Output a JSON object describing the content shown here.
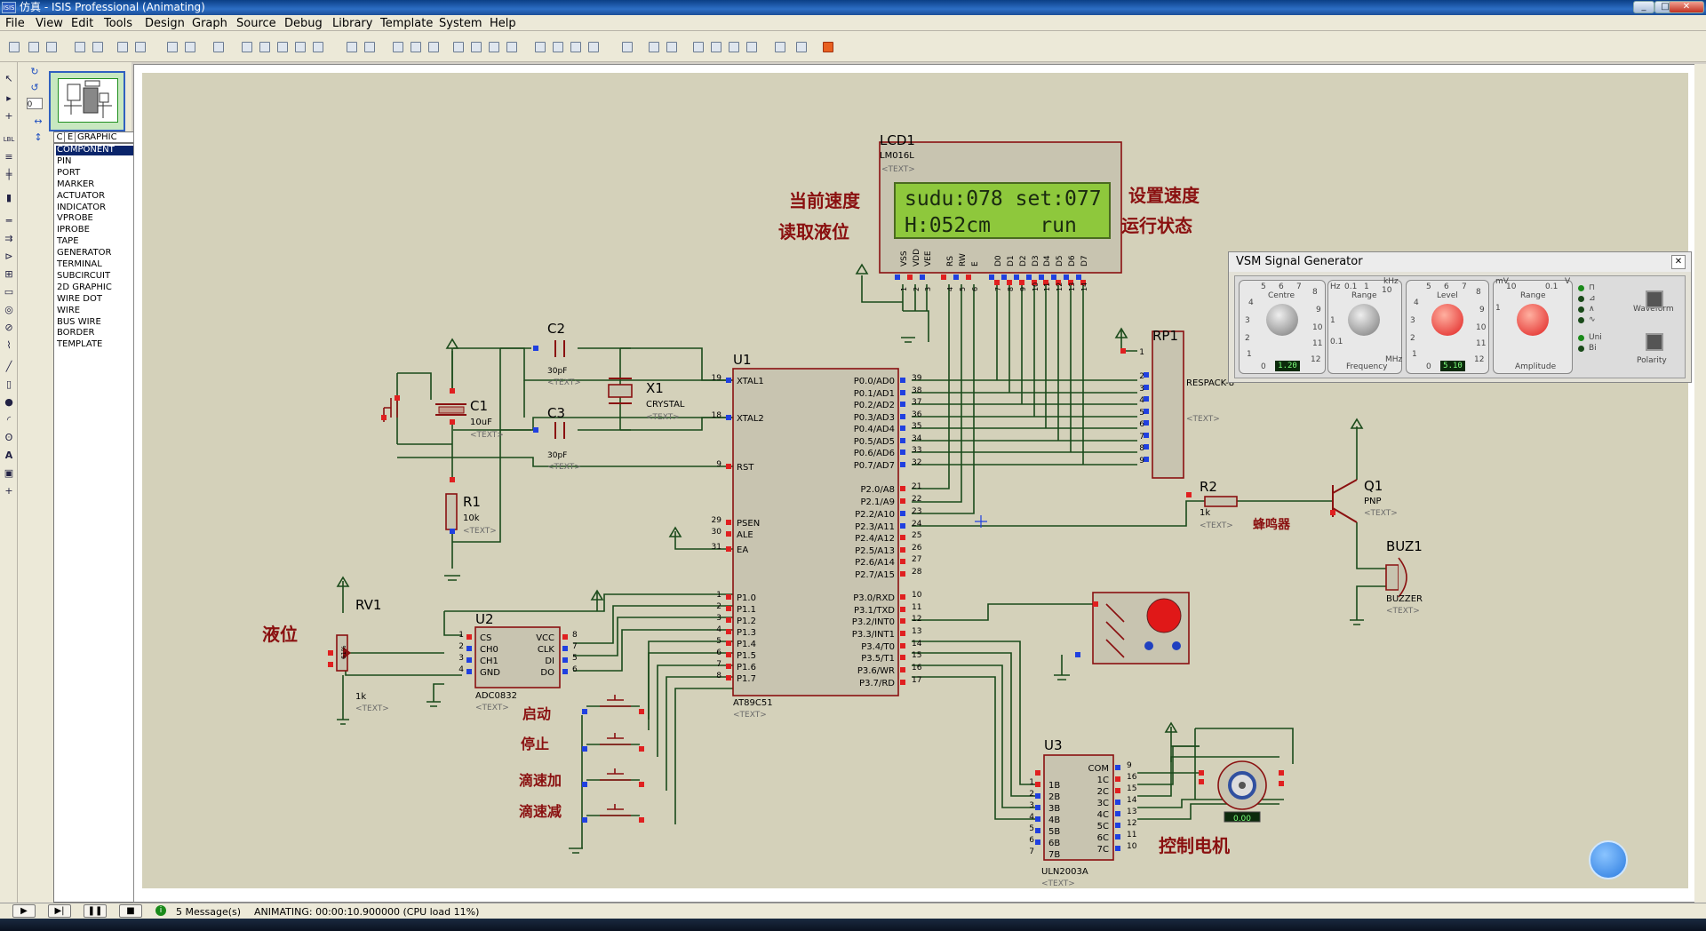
{
  "window": {
    "title": "仿真 - ISIS Professional (Animating)",
    "app_icon": "ISIS",
    "controls": [
      "_",
      "□",
      "✕"
    ]
  },
  "menu": [
    "File",
    "View",
    "Edit",
    "Tools",
    "Design",
    "Graph",
    "Source",
    "Debug",
    "Library",
    "Template",
    "System",
    "Help"
  ],
  "panel": {
    "tabs": [
      "C",
      "E"
    ],
    "header": "GRAPHIC STYLES",
    "items": [
      "COMPONENT",
      "PIN",
      "PORT",
      "MARKER",
      "ACTUATOR",
      "INDICATOR",
      "VPROBE",
      "IPROBE",
      "TAPE",
      "GENERATOR",
      "TERMINAL",
      "SUBCIRCUIT",
      "2D GRAPHIC",
      "WIRE DOT",
      "WIRE",
      "BUS WIRE",
      "BORDER",
      "TEMPLATE"
    ],
    "selected": "COMPONENT",
    "rotation_value": "0"
  },
  "lcd": {
    "ref": "LCD1",
    "part": "LM016L",
    "text_tag": "<TEXT>",
    "line1": "sudu:078 set:077",
    "line2": "H:052cm    run",
    "pins": [
      "VSS",
      "VDD",
      "VEE",
      "RS",
      "RW",
      "E",
      "D0",
      "D1",
      "D2",
      "D3",
      "D4",
      "D5",
      "D6",
      "D7"
    ],
    "pin_nums": [
      "1",
      "2",
      "3",
      "4",
      "5",
      "6",
      "7",
      "8",
      "9",
      "10",
      "11",
      "12",
      "13",
      "14"
    ]
  },
  "annotations": {
    "current_speed": "当前速度",
    "read_level": "读取液位",
    "set_speed": "设置速度",
    "run_state": "运行状态",
    "buzzer": "蜂鸣器",
    "level": "液位",
    "start": "启动",
    "stop": "停止",
    "speed_up": "滴速加",
    "speed_down": "滴速减",
    "motor_control": "控制电机"
  },
  "components": {
    "c2": {
      "ref": "C2",
      "value": "30pF",
      "text": "<TEXT>"
    },
    "c3": {
      "ref": "C3",
      "value": "30pF",
      "text": "<TEXT>"
    },
    "c1": {
      "ref": "C1",
      "value": "10uF",
      "text": "<TEXT>"
    },
    "x1": {
      "ref": "X1",
      "value": "CRYSTAL",
      "text": "<TEXT>"
    },
    "r1": {
      "ref": "R1",
      "value": "10k",
      "text": "<TEXT>"
    },
    "rv1": {
      "ref": "RV1",
      "value": "1k",
      "text": "<TEXT>",
      "pct": "61%"
    },
    "u2": {
      "ref": "U2",
      "part": "ADC0832",
      "text": "<TEXT>"
    },
    "u1": {
      "ref": "U1",
      "part": "AT89C51",
      "text": "<TEXT>"
    },
    "rp1": {
      "ref": "RP1",
      "part": "RESPACK-8",
      "text": "<TEXT>"
    },
    "r2": {
      "ref": "R2",
      "value": "1k",
      "text": "<TEXT>"
    },
    "q1": {
      "ref": "Q1",
      "part": "PNP",
      "text": "<TEXT>"
    },
    "buz1": {
      "ref": "BUZ1",
      "part": "BUZZER",
      "text": "<TEXT>"
    },
    "u3": {
      "ref": "U3",
      "part": "ULN2003A",
      "text": "<TEXT>"
    },
    "motor_readout": "0.00"
  },
  "u1_left": [
    {
      "n": "19",
      "name": "XTAL1"
    },
    {
      "n": "18",
      "name": "XTAL2"
    },
    {
      "n": "9",
      "name": "RST"
    },
    {
      "n": "29",
      "name": "PSEN"
    },
    {
      "n": "30",
      "name": "ALE"
    },
    {
      "n": "31",
      "name": "EA"
    },
    {
      "n": "1",
      "name": "P1.0"
    },
    {
      "n": "2",
      "name": "P1.1"
    },
    {
      "n": "3",
      "name": "P1.2"
    },
    {
      "n": "4",
      "name": "P1.3"
    },
    {
      "n": "5",
      "name": "P1.4"
    },
    {
      "n": "6",
      "name": "P1.5"
    },
    {
      "n": "7",
      "name": "P1.6"
    },
    {
      "n": "8",
      "name": "P1.7"
    }
  ],
  "u1_right": [
    {
      "n": "39",
      "name": "P0.0/AD0"
    },
    {
      "n": "38",
      "name": "P0.1/AD1"
    },
    {
      "n": "37",
      "name": "P0.2/AD2"
    },
    {
      "n": "36",
      "name": "P0.3/AD3"
    },
    {
      "n": "35",
      "name": "P0.4/AD4"
    },
    {
      "n": "34",
      "name": "P0.5/AD5"
    },
    {
      "n": "33",
      "name": "P0.6/AD6"
    },
    {
      "n": "32",
      "name": "P0.7/AD7"
    },
    {
      "n": "21",
      "name": "P2.0/A8"
    },
    {
      "n": "22",
      "name": "P2.1/A9"
    },
    {
      "n": "23",
      "name": "P2.2/A10"
    },
    {
      "n": "24",
      "name": "P2.3/A11"
    },
    {
      "n": "25",
      "name": "P2.4/A12"
    },
    {
      "n": "26",
      "name": "P2.5/A13"
    },
    {
      "n": "27",
      "name": "P2.6/A14"
    },
    {
      "n": "28",
      "name": "P2.7/A15"
    },
    {
      "n": "10",
      "name": "P3.0/RXD"
    },
    {
      "n": "11",
      "name": "P3.1/TXD"
    },
    {
      "n": "12",
      "name": "P3.2/INT0"
    },
    {
      "n": "13",
      "name": "P3.3/INT1"
    },
    {
      "n": "14",
      "name": "P3.4/T0"
    },
    {
      "n": "15",
      "name": "P3.5/T1"
    },
    {
      "n": "16",
      "name": "P3.6/WR"
    },
    {
      "n": "17",
      "name": "P3.7/RD"
    }
  ],
  "u2_pins_left": [
    {
      "n": "1",
      "name": "CS"
    },
    {
      "n": "2",
      "name": "CH0"
    },
    {
      "n": "3",
      "name": "CH1"
    },
    {
      "n": "4",
      "name": "GND"
    }
  ],
  "u2_pins_right": [
    {
      "n": "8",
      "name": "VCC"
    },
    {
      "n": "7",
      "name": "CLK"
    },
    {
      "n": "5",
      "name": "DI"
    },
    {
      "n": "6",
      "name": "DO"
    }
  ],
  "u3_left": [
    {
      "n": "1",
      "name": "1B"
    },
    {
      "n": "2",
      "name": "2B"
    },
    {
      "n": "3",
      "name": "3B"
    },
    {
      "n": "4",
      "name": "4B"
    },
    {
      "n": "5",
      "name": "5B"
    },
    {
      "n": "6",
      "name": "6B"
    },
    {
      "n": "7",
      "name": "7B"
    }
  ],
  "u3_right": [
    {
      "n": "9",
      "name": "COM"
    },
    {
      "n": "16",
      "name": "1C"
    },
    {
      "n": "15",
      "name": "2C"
    },
    {
      "n": "14",
      "name": "3C"
    },
    {
      "n": "13",
      "name": "4C"
    },
    {
      "n": "12",
      "name": "5C"
    },
    {
      "n": "11",
      "name": "6C"
    },
    {
      "n": "10",
      "name": "7C"
    }
  ],
  "rp1_pins": [
    "1",
    "2",
    "3",
    "4",
    "5",
    "6",
    "7",
    "8",
    "9"
  ],
  "vsm": {
    "title": "VSM Signal Generator",
    "close": "✕",
    "centre_label": "Centre",
    "range_label": "Range",
    "level_label": "Level",
    "frequency_label": "Frequency",
    "amplitude_label": "Amplitude",
    "centre_value": "1.20",
    "level_value": "5.10",
    "waveform_label": "Waveform",
    "polarity_label": "Polarity",
    "uni_label": "Uni",
    "bi_label": "Bi",
    "hz": "Hz",
    "khz": "kHz",
    "mhz": "MHz",
    "mv": "mV",
    "v": "V",
    "c_ticks": [
      "5",
      "6",
      "7",
      "8",
      "4",
      "9",
      "3",
      "10",
      "2",
      "11",
      "1",
      "12",
      "0"
    ],
    "r_ticks": [
      "0.1",
      "1",
      "10",
      "0.1",
      "1"
    ],
    "a_ticks": [
      "10",
      "0.1",
      "1"
    ]
  },
  "status": {
    "messages": "5 Message(s)",
    "animating": "ANIMATING: 00:00:10.900000 (CPU load 11%)"
  },
  "colors": {
    "sheet": "#d4d1ba",
    "wire": "#1a4a1a",
    "component": "#8a1010",
    "chip_fill": "#c8c4b0",
    "pin_red": "#e02020",
    "pin_blue": "#2040e0"
  }
}
